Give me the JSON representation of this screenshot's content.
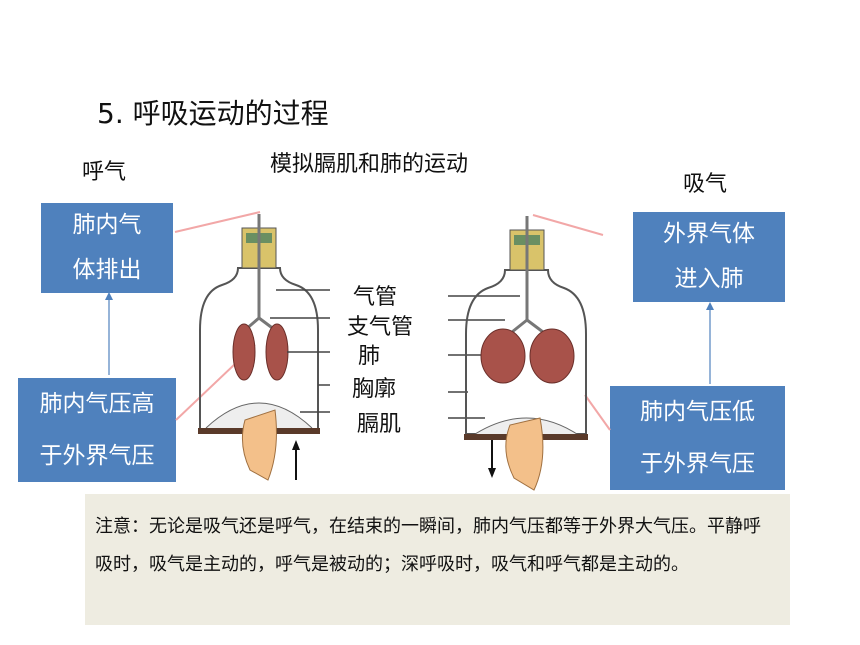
{
  "title": "5. 呼吸运动的过程",
  "exhale_label": "呼气",
  "inhale_label": "吸气",
  "diagram_title": "模拟膈肌和肺的运动",
  "exhale_result": [
    "肺内气",
    "体排出"
  ],
  "exhale_cause": [
    "肺内气压高",
    "于外界气压"
  ],
  "inhale_result": [
    "外界气体",
    "进入肺"
  ],
  "inhale_cause": [
    "肺内气压低",
    "于外界气压"
  ],
  "parts": [
    "气管",
    "支气管",
    "肺",
    "胸廓",
    "膈肌"
  ],
  "note": "注意：无论是吸气还是呼气，在结束的一瞬间，肺内气压都等于外界大气压。平静呼吸时，吸气是主动的，呼气是被动的；深呼吸时，吸气和呼气都是主动的。"
}
